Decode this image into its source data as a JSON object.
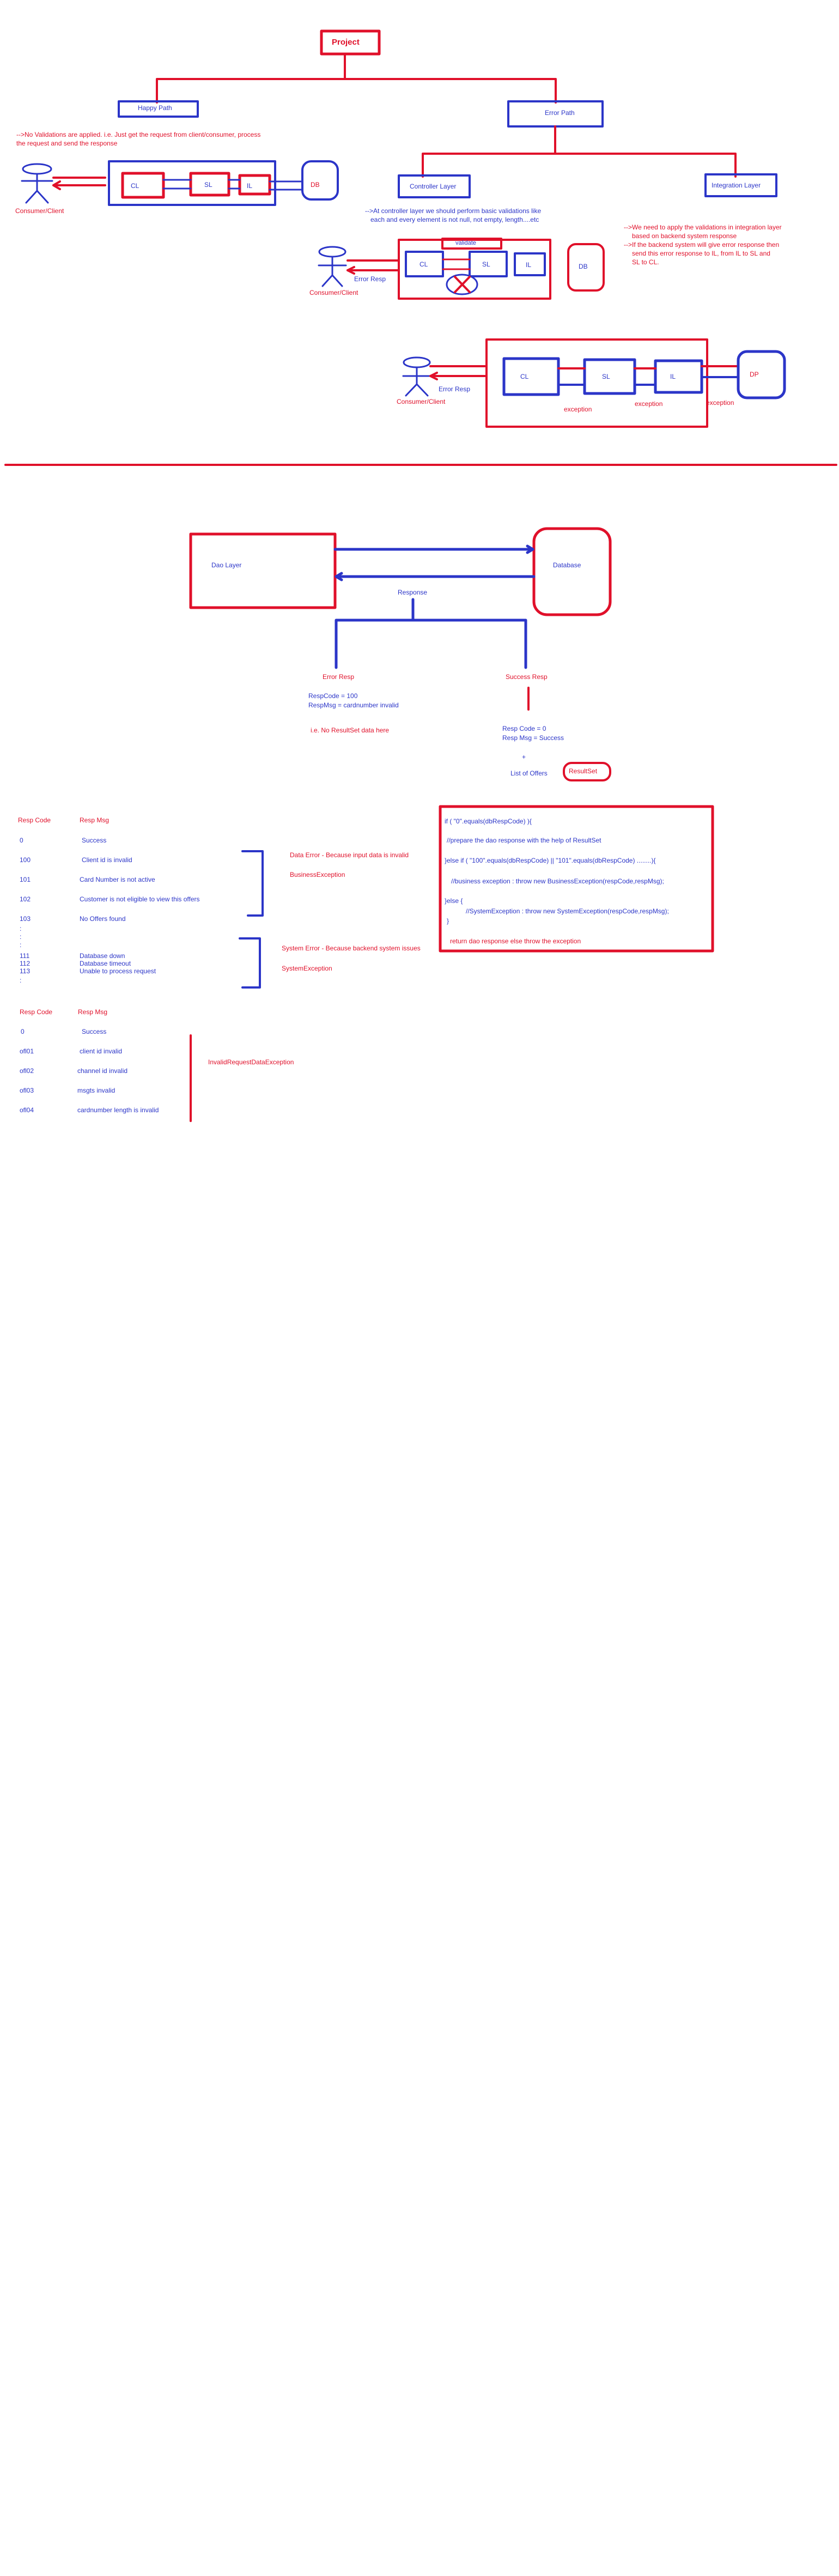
{
  "colors": {
    "red": "#e0102a",
    "blue": "#2b35c8"
  },
  "top": {
    "project": "Project",
    "happy_path": "Happy Path",
    "error_path": "Error Path",
    "happy_note_1": "-->No Validations are applied. i.e. Just get the request from client/consumer, process",
    "happy_note_2": "the request and send the response",
    "consumer": "Consumer/Client",
    "cl": "CL",
    "sl": "SL",
    "il": "IL",
    "db": "DB",
    "dp": "DP",
    "controller_layer": "Controller Layer",
    "integration_layer": "Integration Layer",
    "controller_note_1": "-->At controller layer we should perform basic validations like",
    "controller_note_2": "each and every element is not null, not empty, length....etc",
    "integration_note_1": "-->We need to apply the validations in integration layer",
    "integration_note_2": "based on backend system response",
    "integration_note_3": "-->If the backend system will give error response then",
    "integration_note_4": "send this error response to IL, from IL to SL and",
    "integration_note_5": "SL to CL.",
    "validate": "validate",
    "error_resp": "Error Resp",
    "exception": "exception"
  },
  "dao": {
    "dao_layer": "Dao Layer",
    "database": "Database",
    "response": "Response",
    "error_resp": "Error Resp",
    "success_resp": "Success Resp",
    "err_code": "RespCode = 100",
    "err_msg": "RespMsg   = cardnumber invalid",
    "no_resultset": "i.e. No ResultSet data here",
    "ok_code": "Resp Code = 0",
    "ok_msg": "Resp Msg  = Success",
    "plus": "+",
    "offers": "List of Offers",
    "resultset": "ResultSet"
  },
  "table1": {
    "header": [
      "Resp Code",
      "Resp Msg"
    ],
    "rows": [
      [
        "0",
        "Success"
      ],
      [
        "100",
        "Client id is invalid"
      ],
      [
        "101",
        "Card Number is not active"
      ],
      [
        "102",
        "Customer is not eligible to view this offers"
      ],
      [
        "103",
        "No Offers found"
      ],
      [
        ":",
        ""
      ],
      [
        ":",
        ""
      ],
      [
        ":",
        ""
      ],
      [
        "111",
        "Database down"
      ],
      [
        "112",
        "Database timeout"
      ],
      [
        "113",
        "Unable to process request"
      ],
      [
        ":",
        ""
      ]
    ],
    "data_error": "Data Error - Because input data is invalid",
    "business_exception": "BusinessException",
    "system_error": "System Error - Because backend system issues",
    "system_exception": "SystemException"
  },
  "code": [
    "if ( \"0\".equals(dbRespCode) ){",
    "//prepare the dao response with the help of ResultSet",
    "}else if ( \"100\".equals(dbRespCode) || \"101\".equals(dbRespCode) ........){",
    "//business exception : throw new BusinessException(respCode,respMsg);",
    "}else {",
    "//SystemException : throw new SystemException(respCode,respMsg);",
    "}",
    "return dao response else throw the exception"
  ],
  "table2": {
    "header": [
      "Resp Code",
      "Resp Msg"
    ],
    "rows": [
      [
        "0",
        "Success"
      ],
      [
        "ofl01",
        "client id invalid"
      ],
      [
        "ofl02",
        "channel id invalid"
      ],
      [
        "ofl03",
        "msgts invalid"
      ],
      [
        "ofl04",
        "cardnumber length is invalid"
      ]
    ],
    "exception": "InvalidRequestDataException"
  }
}
